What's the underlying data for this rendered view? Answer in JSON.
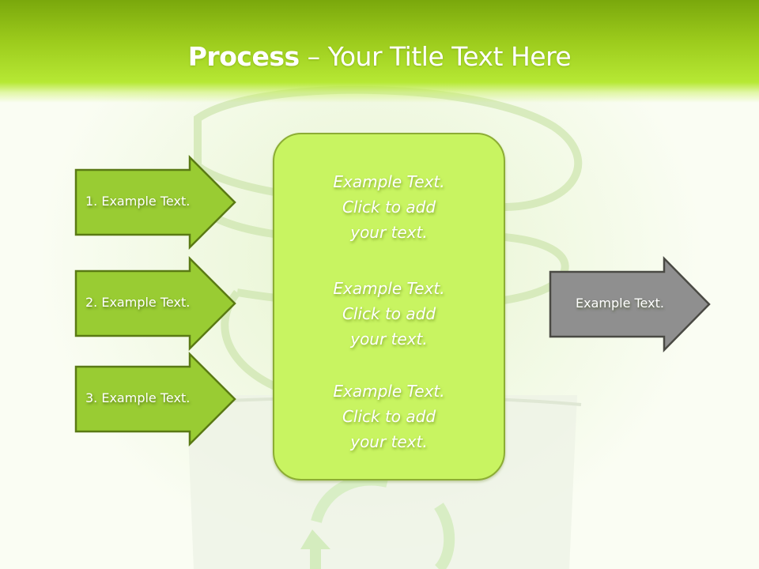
{
  "slide": {
    "title_bold": "Process",
    "title_rest": " – Your Title Text Here",
    "colors": {
      "header_top": "#7aa80c",
      "header_bottom": "#b6e834",
      "arrow_fill": "#99cc33",
      "arrow_border": "#5a7a14",
      "center_fill": "#c8f461",
      "center_border": "#8cad34",
      "output_fill": "#8f8f8f",
      "output_border": "#4a4a44"
    }
  },
  "inputs": [
    {
      "label": "1. Example Text."
    },
    {
      "label": "2. Example Text."
    },
    {
      "label": "3. Example Text."
    }
  ],
  "center": {
    "blocks": [
      {
        "line1": "Example Text.",
        "line2": "Click  to add",
        "line3": "your text."
      },
      {
        "line1": "Example Text.",
        "line2": "Click  to add",
        "line3": "your text."
      },
      {
        "line1": "Example Text.",
        "line2": "Click  to add",
        "line3": "your text."
      }
    ]
  },
  "output": {
    "label": "Example Text."
  },
  "background": {
    "decor": [
      "cfl-bulb-illustration",
      "recycle-symbol"
    ]
  }
}
